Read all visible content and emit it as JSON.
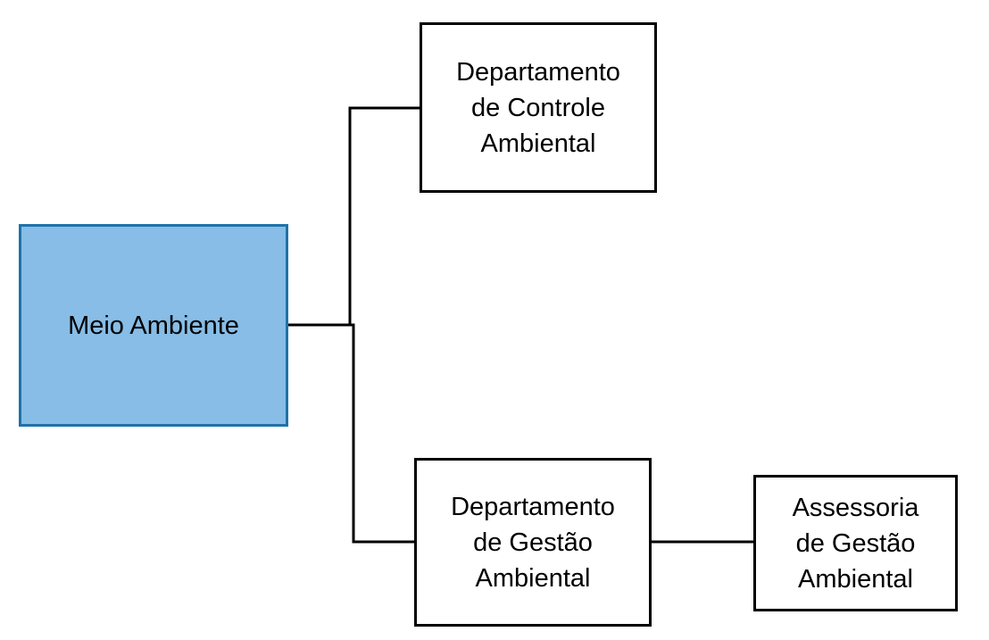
{
  "diagram": {
    "nodes": {
      "root": {
        "label": "Meio Ambiente",
        "fill_color": "#87bde6",
        "border_color": "#1f72aa"
      },
      "controle": {
        "lines": [
          "Departamento",
          "de Controle",
          "Ambiental"
        ]
      },
      "gestao": {
        "lines": [
          "Departamento",
          "de Gestão",
          "Ambiental"
        ]
      },
      "assessoria": {
        "lines": [
          "Assessoria",
          "de Gestão",
          "Ambiental"
        ]
      }
    },
    "edges": [
      {
        "from": "root",
        "to": "controle"
      },
      {
        "from": "root",
        "to": "gestao"
      },
      {
        "from": "gestao",
        "to": "assessoria"
      }
    ],
    "line_color": "#000000"
  }
}
